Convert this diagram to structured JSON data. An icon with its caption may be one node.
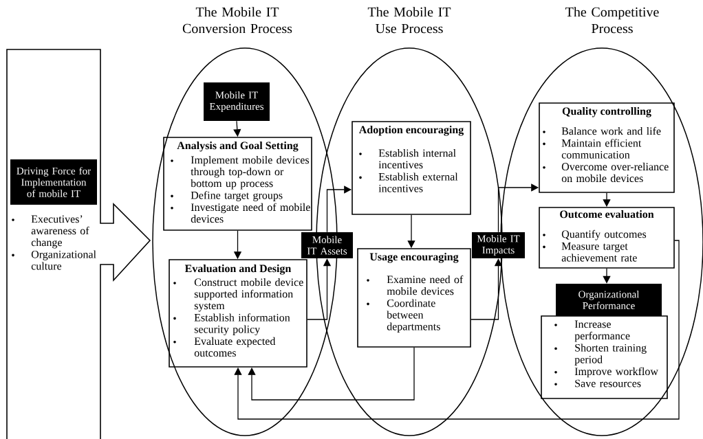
{
  "diagram": {
    "nodes": [
      {
        "text": [
          "Executives’ awareness of change",
          "Organizational culture"
        ]
      },
      {
        "text": [
          "Driving Force for Implementation of mobile IT"
        ],
        "in": 0
      },
      {
        "text": [
          "The Mobile IT Conversion Process"
        ]
      },
      {
        "text": [
          "The Mobile IT Use Process"
        ]
      },
      {
        "text": [
          "The Competitive Process"
        ]
      },
      {
        "text": [
          "Mobile IT Expenditures"
        ],
        "in": 2
      },
      {
        "text": [
          "Analysis and Goal Setting",
          "Implement mobile devices through top-down or bottom up process",
          "Define target groups",
          "Investigate need of mobile devices"
        ],
        "in": 2
      },
      {
        "text": [
          "Evaluation and Design",
          "Construct mobile device supported information system",
          "Establish information security policy",
          "Evaluate expected outcomes"
        ],
        "in": 2
      },
      {
        "text": [
          "Mobile IT Assets"
        ]
      },
      {
        "text": [
          "Adoption encouraging",
          "Establish internal incentives",
          "Establish external incentives"
        ],
        "in": 3
      },
      {
        "text": [
          "Usage encouraging",
          "Examine need of mobile devices",
          "Coordinate between departments"
        ],
        "in": 3
      },
      {
        "text": [
          "Mobile IT Impacts"
        ]
      },
      {
        "text": [
          "Quality controlling",
          "Balance work and life",
          "Maintain efficient communication",
          "Overcome over-reliance on mobile devices"
        ],
        "in": 4
      },
      {
        "text": [
          "Outcome evaluation",
          "Quantify outcomes",
          "Measure target achievement rate"
        ],
        "in": 4
      },
      {
        "text": [
          "Organizational Performance"
        ],
        "in": 4
      },
      {
        "text": [
          "Increase performance",
          "Shorten training period",
          "Improve workflow",
          "Save resources"
        ],
        "in": 4
      }
    ],
    "edges": [
      {
        "from": 5,
        "to": 6,
        "arrow": "to"
      },
      {
        "from": 6,
        "to": 7,
        "arrow": "to"
      },
      {
        "from": 7,
        "to": 8,
        "arrow": "to"
      },
      {
        "from": 8,
        "to": 9,
        "arrow": "to"
      },
      {
        "from": 9,
        "to": 10,
        "arrow": "to"
      },
      {
        "from": 10,
        "to": 11,
        "arrow": "to"
      },
      {
        "from": 11,
        "to": 12,
        "arrow": "to"
      },
      {
        "from": 12,
        "to": 13,
        "arrow": "to"
      },
      {
        "from": 13,
        "to": 14,
        "arrow": "to"
      },
      {
        "from": 10,
        "to": 7,
        "arrow": "to"
      },
      {
        "from": 13,
        "to": 7,
        "arrow": "to"
      }
    ]
  }
}
